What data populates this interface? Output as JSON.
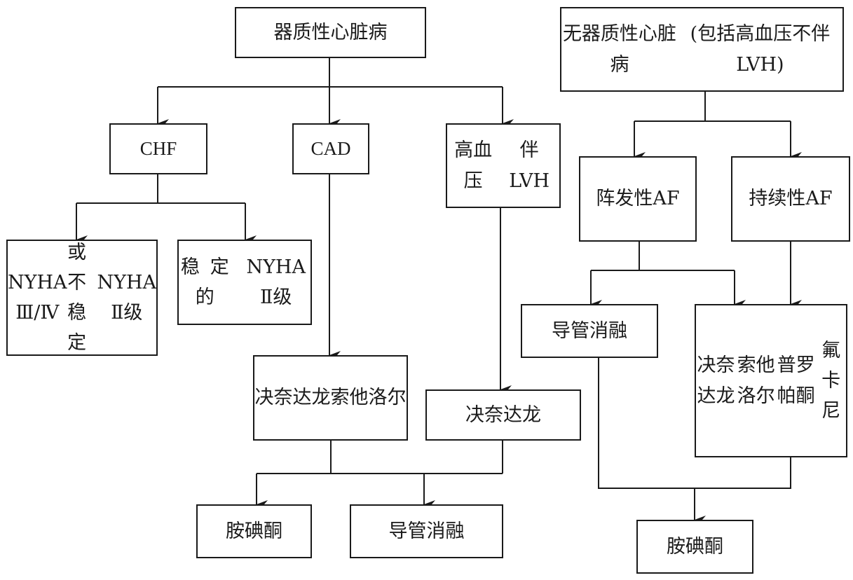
{
  "nodes": {
    "organic": {
      "lines": [
        "器质性心脏病"
      ]
    },
    "non_organic": {
      "lines": [
        "无器质性心脏病",
        "(包括高血压不伴LVH)"
      ]
    },
    "chf": {
      "lines": [
        "CHF"
      ]
    },
    "cad": {
      "lines": [
        "CAD"
      ]
    },
    "htn_lvh": {
      "lines": [
        "高血压",
        "伴 LVH"
      ]
    },
    "paroxysmal_af": {
      "lines": [
        "阵发性",
        "AF"
      ]
    },
    "persistent_af": {
      "lines": [
        "持续性",
        "AF"
      ]
    },
    "nyha_34": {
      "lines": [
        "NYHA Ⅲ/Ⅳ",
        "或不稳定",
        "NYHA Ⅱ级"
      ]
    },
    "stable_nyha2": {
      "lines": [
        "稳定的",
        "NYHA Ⅱ级"
      ]
    },
    "cad_drugs": {
      "lines": [
        "决奈达龙",
        "索他洛尔"
      ]
    },
    "dronedarone": {
      "lines": [
        "决奈达龙"
      ]
    },
    "ablation_right": {
      "lines": [
        "导管消融"
      ]
    },
    "af_drugs": {
      "lines": [
        "决奈达龙",
        "索他洛尔",
        "普罗帕酮",
        "氟卡尼"
      ]
    },
    "amiodarone_left": {
      "lines": [
        "胺碘酮"
      ]
    },
    "ablation_bottom": {
      "lines": [
        "导管消融"
      ]
    },
    "amiodarone_right": {
      "lines": [
        "胺碘酮"
      ]
    }
  },
  "colors": {
    "stroke": "#1a1a1a",
    "background": "#ffffff"
  }
}
